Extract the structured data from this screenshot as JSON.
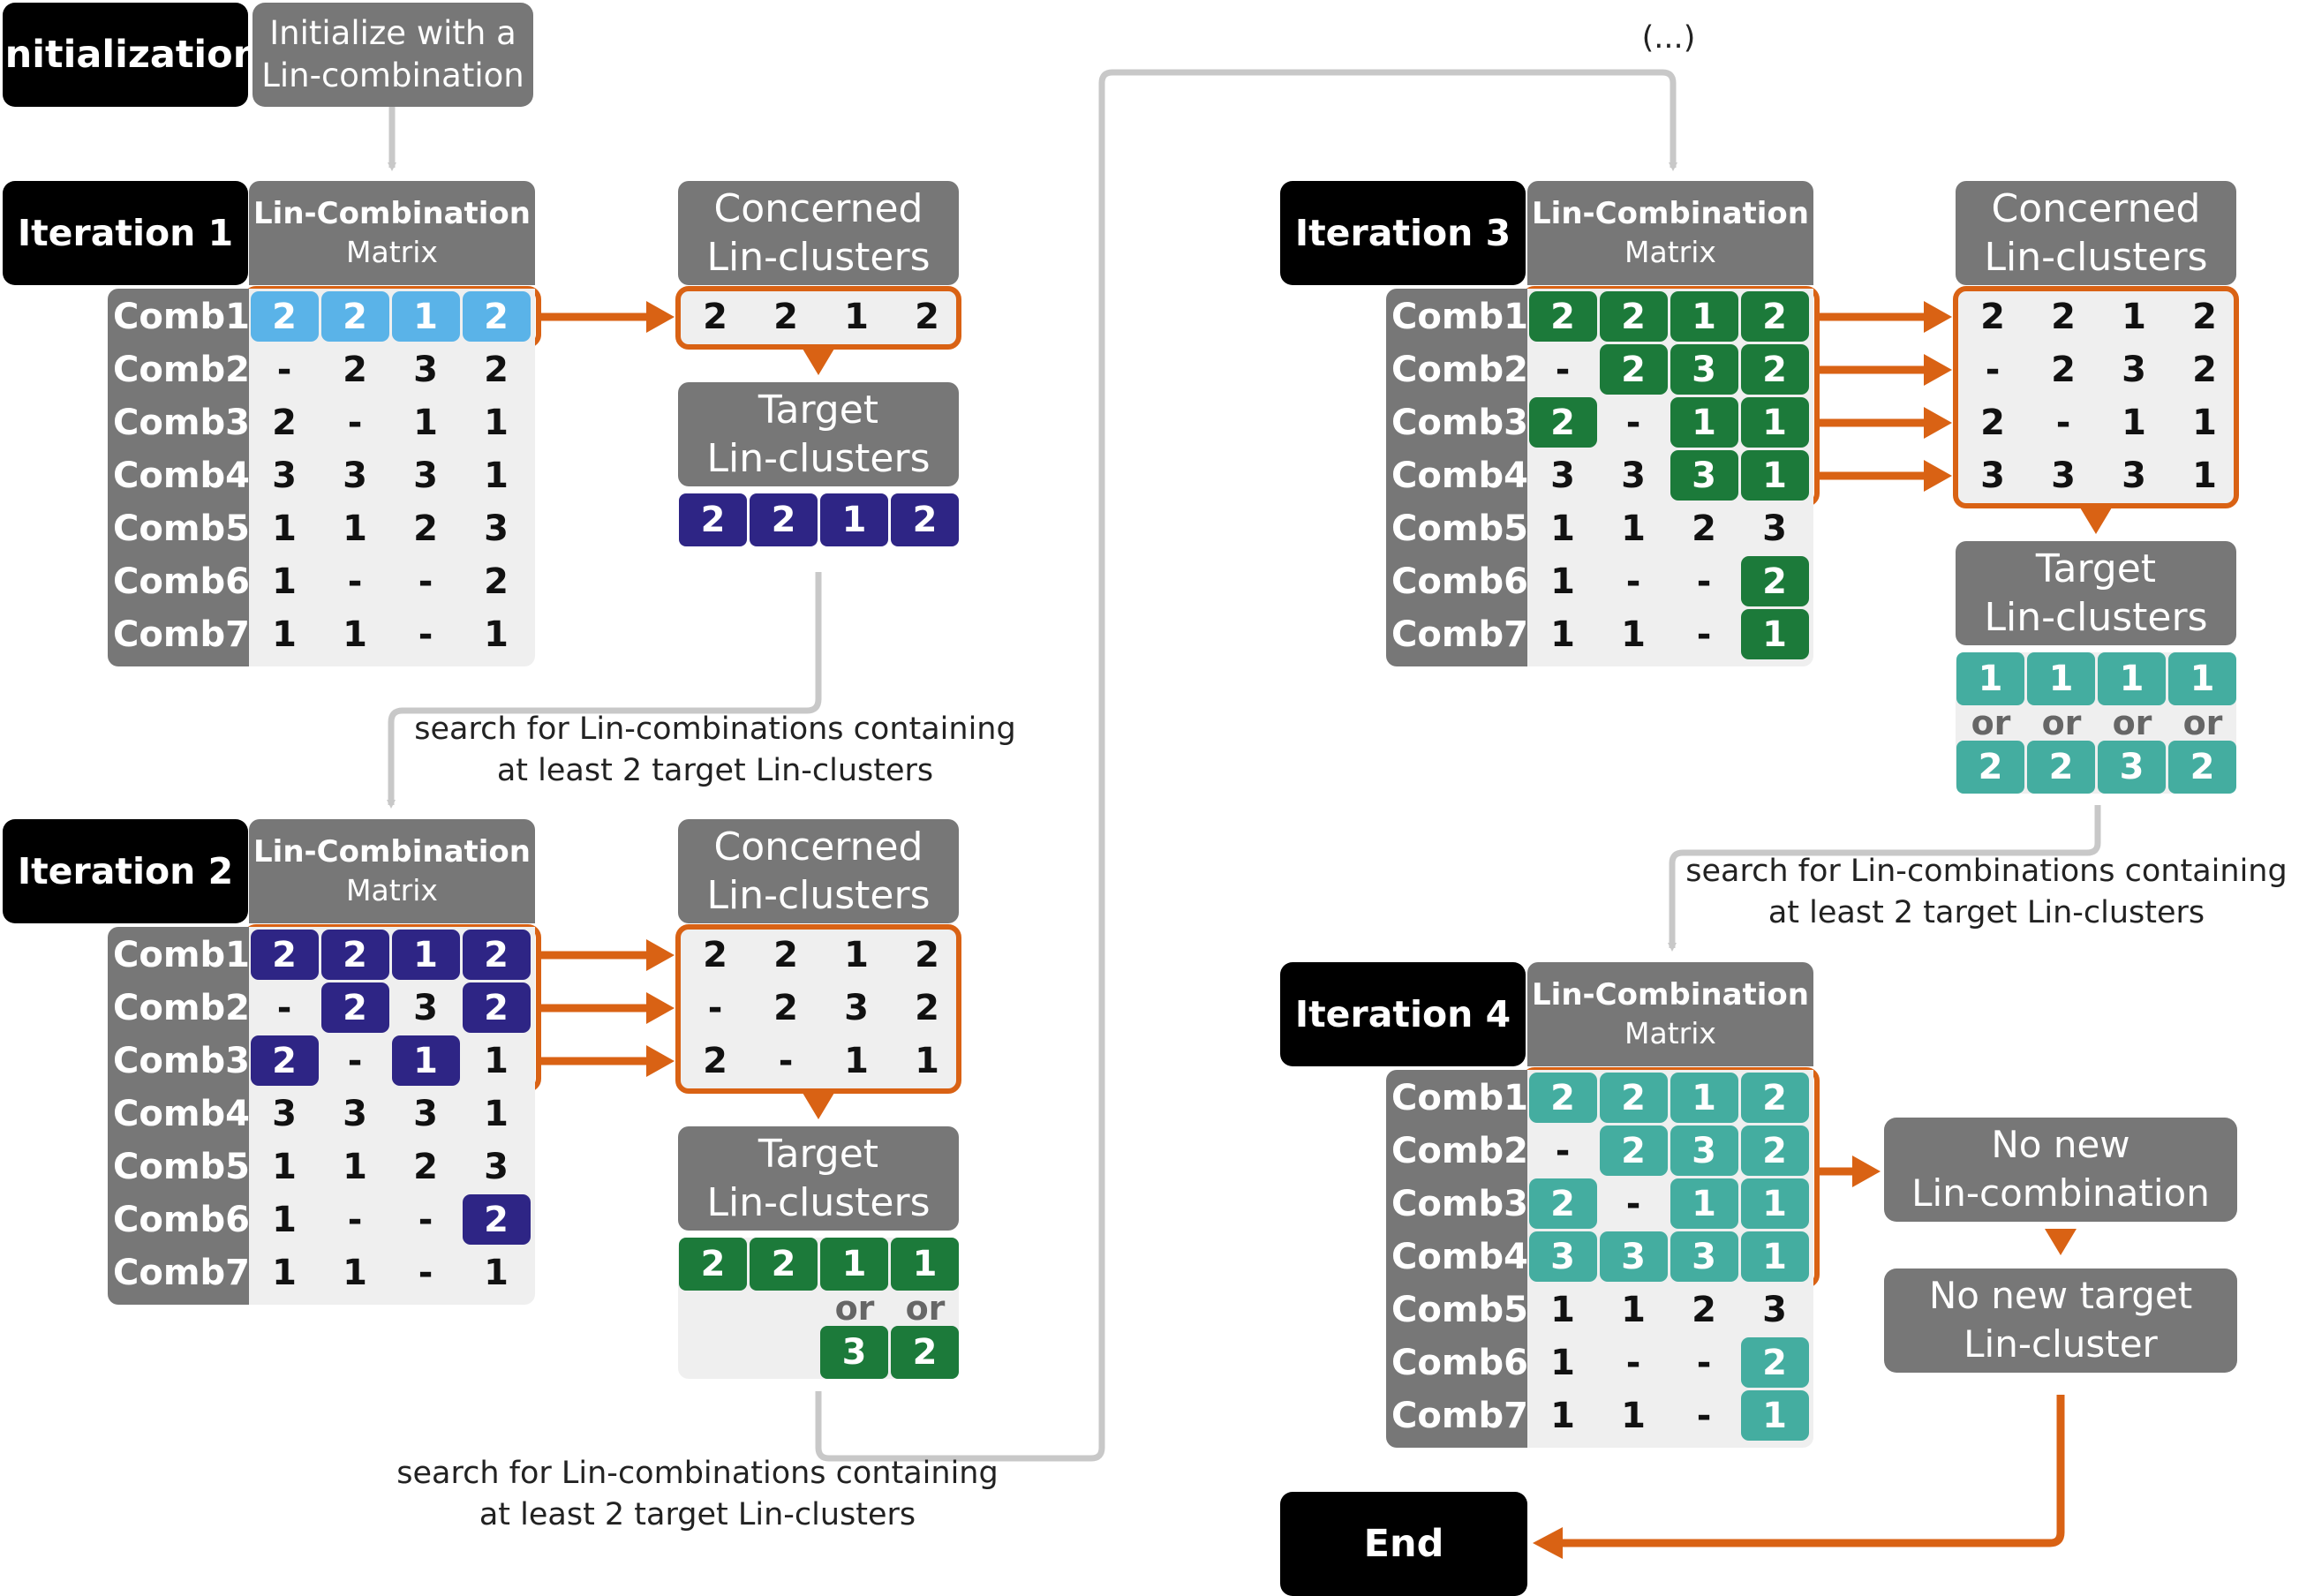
{
  "colors": {
    "lightblue": "#5ab3e8",
    "navy": "#2e2585",
    "darkgreen": "#1c7a3a",
    "teal": "#44ada0",
    "orange": "#d96214",
    "connector": "#c8c8c8",
    "panel_gray": "#777777",
    "cell_bg": "#efefef"
  },
  "initialization": {
    "label": "Initialization",
    "text": "Initialize with a\nLin-combination"
  },
  "continuation": "(...)",
  "search_note": "search for Lin-combinations containing\nat least 2 target Lin-clusters",
  "end_label": "End",
  "stages": [
    {
      "label": "Iteration 1",
      "matrix_header_bold": "Lin-Combination",
      "matrix_header_sub": "Matrix",
      "rows": [
        {
          "name": "Comb1",
          "cells": [
            "2",
            "2",
            "1",
            "2"
          ]
        },
        {
          "name": "Comb2",
          "cells": [
            "-",
            "2",
            "3",
            "2"
          ]
        },
        {
          "name": "Comb3",
          "cells": [
            "2",
            "-",
            "1",
            "1"
          ]
        },
        {
          "name": "Comb4",
          "cells": [
            "3",
            "3",
            "3",
            "1"
          ]
        },
        {
          "name": "Comb5",
          "cells": [
            "1",
            "1",
            "2",
            "3"
          ]
        },
        {
          "name": "Comb6",
          "cells": [
            "1",
            "-",
            "-",
            "2"
          ]
        },
        {
          "name": "Comb7",
          "cells": [
            "1",
            "1",
            "-",
            "1"
          ]
        }
      ],
      "concerned_title": "Concerned\nLin-clusters",
      "concerned_rows": [
        [
          "2",
          "2",
          "1",
          "2"
        ]
      ],
      "target_title": "Target\nLin-clusters",
      "target": {
        "first": [
          "2",
          "2",
          "1",
          "2"
        ],
        "alt": [
          null,
          null,
          null,
          null
        ]
      }
    },
    {
      "label": "Iteration 2",
      "matrix_header_bold": "Lin-Combination",
      "matrix_header_sub": "Matrix",
      "rows": [
        {
          "name": "Comb1",
          "cells": [
            "2",
            "2",
            "1",
            "2"
          ]
        },
        {
          "name": "Comb2",
          "cells": [
            "-",
            "2",
            "3",
            "2"
          ]
        },
        {
          "name": "Comb3",
          "cells": [
            "2",
            "-",
            "1",
            "1"
          ]
        },
        {
          "name": "Comb4",
          "cells": [
            "3",
            "3",
            "3",
            "1"
          ]
        },
        {
          "name": "Comb5",
          "cells": [
            "1",
            "1",
            "2",
            "3"
          ]
        },
        {
          "name": "Comb6",
          "cells": [
            "1",
            "-",
            "-",
            "2"
          ]
        },
        {
          "name": "Comb7",
          "cells": [
            "1",
            "1",
            "-",
            "1"
          ]
        }
      ],
      "concerned_title": "Concerned\nLin-clusters",
      "concerned_rows": [
        [
          "2",
          "2",
          "1",
          "2"
        ],
        [
          "-",
          "2",
          "3",
          "2"
        ],
        [
          "2",
          "-",
          "1",
          "1"
        ]
      ],
      "target_title": "Target\nLin-clusters",
      "target": {
        "first": [
          "2",
          "2",
          "1",
          "1"
        ],
        "alt": [
          null,
          null,
          "3",
          "2"
        ]
      },
      "or_label": "or"
    },
    {
      "label": "Iteration 3",
      "matrix_header_bold": "Lin-Combination",
      "matrix_header_sub": "Matrix",
      "rows": [
        {
          "name": "Comb1",
          "cells": [
            "2",
            "2",
            "1",
            "2"
          ]
        },
        {
          "name": "Comb2",
          "cells": [
            "-",
            "2",
            "3",
            "2"
          ]
        },
        {
          "name": "Comb3",
          "cells": [
            "2",
            "-",
            "1",
            "1"
          ]
        },
        {
          "name": "Comb4",
          "cells": [
            "3",
            "3",
            "3",
            "1"
          ]
        },
        {
          "name": "Comb5",
          "cells": [
            "1",
            "1",
            "2",
            "3"
          ]
        },
        {
          "name": "Comb6",
          "cells": [
            "1",
            "-",
            "-",
            "2"
          ]
        },
        {
          "name": "Comb7",
          "cells": [
            "1",
            "1",
            "-",
            "1"
          ]
        }
      ],
      "concerned_title": "Concerned\nLin-clusters",
      "concerned_rows": [
        [
          "2",
          "2",
          "1",
          "2"
        ],
        [
          "-",
          "2",
          "3",
          "2"
        ],
        [
          "2",
          "-",
          "1",
          "1"
        ],
        [
          "3",
          "3",
          "3",
          "1"
        ]
      ],
      "target_title": "Target\nLin-clusters",
      "target": {
        "first": [
          "1",
          "1",
          "1",
          "1"
        ],
        "alt": [
          "2",
          "2",
          "3",
          "2"
        ]
      },
      "or_label": "or"
    },
    {
      "label": "Iteration 4",
      "matrix_header_bold": "Lin-Combination",
      "matrix_header_sub": "Matrix",
      "rows": [
        {
          "name": "Comb1",
          "cells": [
            "2",
            "2",
            "1",
            "2"
          ]
        },
        {
          "name": "Comb2",
          "cells": [
            "-",
            "2",
            "3",
            "2"
          ]
        },
        {
          "name": "Comb3",
          "cells": [
            "2",
            "-",
            "1",
            "1"
          ]
        },
        {
          "name": "Comb4",
          "cells": [
            "3",
            "3",
            "3",
            "1"
          ]
        },
        {
          "name": "Comb5",
          "cells": [
            "1",
            "1",
            "2",
            "3"
          ]
        },
        {
          "name": "Comb6",
          "cells": [
            "1",
            "-",
            "-",
            "2"
          ]
        },
        {
          "name": "Comb7",
          "cells": [
            "1",
            "1",
            "-",
            "1"
          ]
        }
      ],
      "no_new_combination": "No new\nLin-combination",
      "no_new_target": "No new target\nLin-cluster"
    }
  ]
}
